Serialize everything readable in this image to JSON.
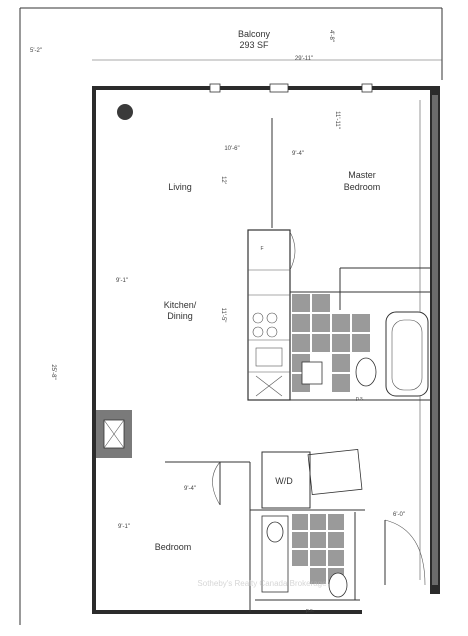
{
  "rooms": {
    "balcony": "Balcony",
    "balcony_area": "293 SF",
    "living": "Living",
    "kitchen_line1": "Kitchen/",
    "kitchen_line2": "Dining",
    "master_line1": "Master",
    "master_line2": "Bedroom",
    "bedroom": "Bedroom",
    "wd": "W/D",
    "fridge": "F"
  },
  "dimensions": {
    "balcony_top": "29'-11\"",
    "balcony_left": "5'-2\"",
    "balcony_side": "4'-8\"",
    "living_width": "10'-6\"",
    "master_width": "9'-4\"",
    "master_depth": "11'-11\"",
    "living_left": "9'-1\"",
    "living_depth": "12'",
    "kitchen_depth": "11'-5\"",
    "left_long": "25'-8\"",
    "bedroom_depth": "9'-4\"",
    "bedroom_width": "9'-1\"",
    "right_small": "6'-0\""
  },
  "notes": {
    "ps_top": "p.s.",
    "ps_bottom": "p.s."
  },
  "watermark": "Sotheby's Realty Canada Brokerage"
}
